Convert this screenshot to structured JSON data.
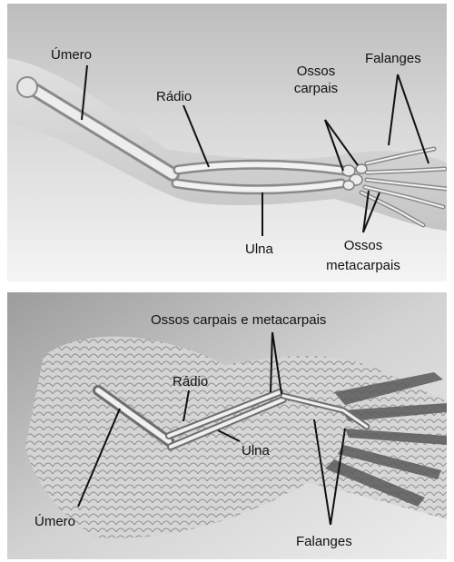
{
  "arm": {
    "labels": {
      "umero": "Úmero",
      "radio": "Rádio",
      "ossos_carpais_1": "Ossos",
      "ossos_carpais_2": "carpais",
      "falanges": "Falanges",
      "ulna": "Ulna",
      "metacarpais_1": "Ossos",
      "metacarpais_2": "metacarpais"
    }
  },
  "wing": {
    "labels": {
      "carpais_metacarpais": "Ossos carpais e metacarpais",
      "radio": "Rádio",
      "ulna": "Ulna",
      "umero": "Úmero",
      "falanges": "Falanges"
    }
  }
}
